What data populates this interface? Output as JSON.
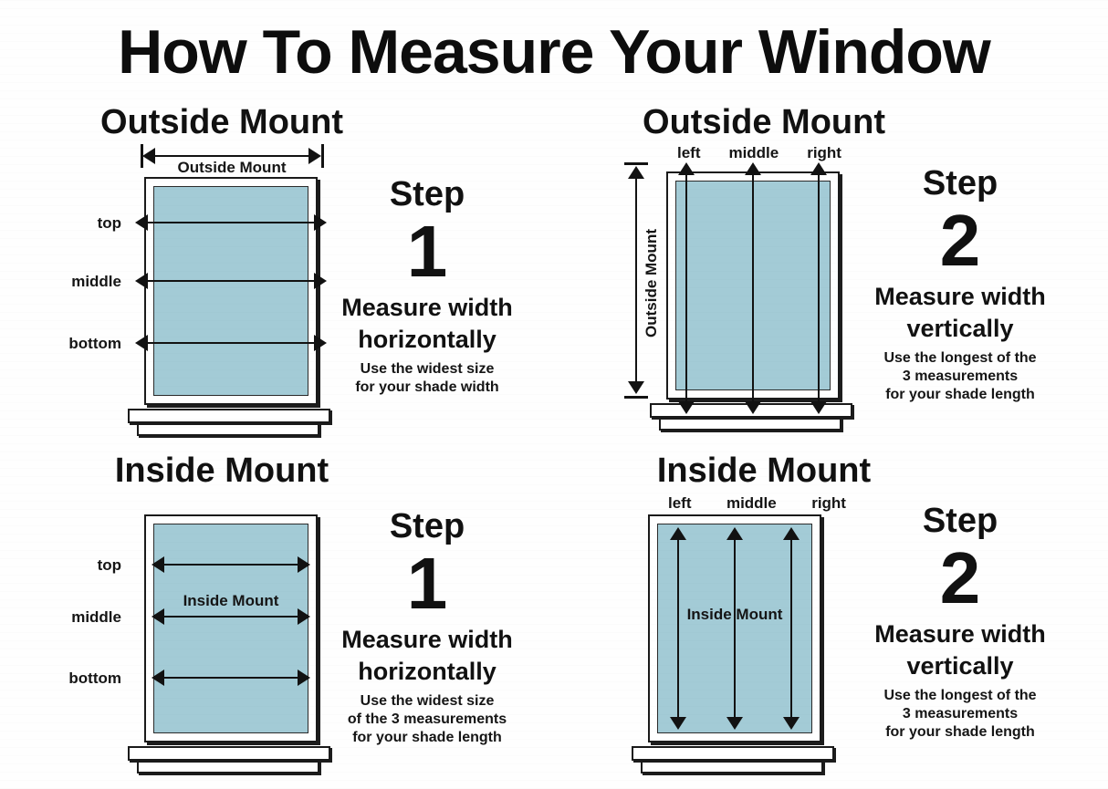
{
  "title": "How To Measure Your Window",
  "colors": {
    "glass": "#a3cbd6",
    "line": "#121212",
    "frame": "#ffffff",
    "background": "#ffffff"
  },
  "labels": {
    "top": "top",
    "middle": "middle",
    "bottom": "bottom",
    "left": "left",
    "middle_col": "middle",
    "right": "right"
  },
  "panels": [
    {
      "id": "outside-mount-step-1",
      "title": "Outside Mount",
      "mount_type": "Outside Mount",
      "dimension_label": "Outside Mount",
      "measure_direction": "horizontal",
      "row_labels": [
        "top",
        "middle",
        "bottom"
      ],
      "step": {
        "word": "Step",
        "number": "1",
        "heading_line1": "Measure width",
        "heading_line2": "horizontally",
        "sub_lines": [
          "Use the widest size",
          "for your shade width"
        ]
      }
    },
    {
      "id": "outside-mount-step-2",
      "title": "Outside Mount",
      "mount_type": "Outside Mount",
      "dimension_label": "Outside Mount",
      "measure_direction": "vertical",
      "column_labels": [
        "left",
        "middle",
        "right"
      ],
      "step": {
        "word": "Step",
        "number": "2",
        "heading_line1": "Measure width",
        "heading_line2": "vertically",
        "sub_lines": [
          "Use the longest of the",
          "3 measurements",
          "for your shade length"
        ]
      }
    },
    {
      "id": "inside-mount-step-1",
      "title": "Inside Mount",
      "mount_type": "Inside Mount",
      "dimension_label": "Inside Mount",
      "measure_direction": "horizontal",
      "row_labels": [
        "top",
        "middle",
        "bottom"
      ],
      "step": {
        "word": "Step",
        "number": "1",
        "heading_line1": "Measure width",
        "heading_line2": "horizontally",
        "sub_lines": [
          "Use the widest size",
          "of the 3 measurements",
          "for your shade length"
        ]
      }
    },
    {
      "id": "inside-mount-step-2",
      "title": "Inside Mount",
      "mount_type": "Inside Mount",
      "dimension_label": "Inside Mount",
      "measure_direction": "vertical",
      "column_labels": [
        "left",
        "middle",
        "right"
      ],
      "step": {
        "word": "Step",
        "number": "2",
        "heading_line1": "Measure width",
        "heading_line2": "vertically",
        "sub_lines": [
          "Use the longest of the",
          "3 measurements",
          "for your shade length"
        ]
      }
    }
  ]
}
